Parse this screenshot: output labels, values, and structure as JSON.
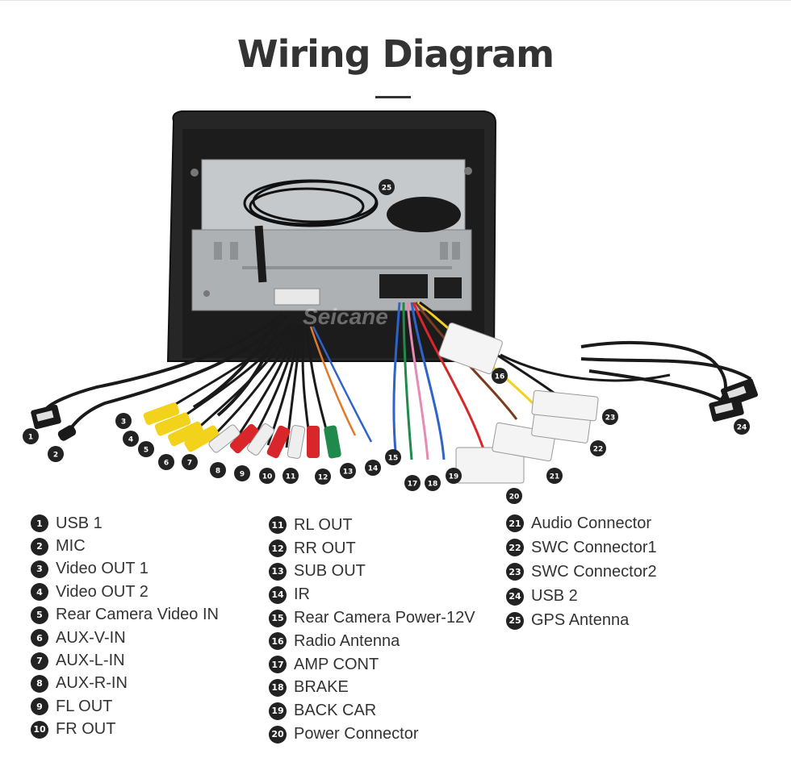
{
  "title": "Wiring Diagram",
  "watermark": "Seicane",
  "callout_numbers": [
    "1",
    "2",
    "3",
    "4",
    "5",
    "6",
    "7",
    "8",
    "9",
    "10",
    "11",
    "12",
    "13",
    "14",
    "15",
    "16",
    "17",
    "18",
    "19",
    "20",
    "21",
    "22",
    "23",
    "24",
    "25"
  ],
  "legend": {
    "col1": [
      {
        "num": "1",
        "label": "USB 1"
      },
      {
        "num": "2",
        "label": "MIC"
      },
      {
        "num": "3",
        "label": "Video OUT 1"
      },
      {
        "num": "4",
        "label": "Video OUT 2"
      },
      {
        "num": "5",
        "label": "Rear Camera Video IN"
      },
      {
        "num": "6",
        "label": "AUX-V-IN"
      },
      {
        "num": "7",
        "label": "AUX-L-IN"
      },
      {
        "num": "8",
        "label": "AUX-R-IN"
      },
      {
        "num": "9",
        "label": "FL OUT"
      },
      {
        "num": "10",
        "label": "FR OUT"
      }
    ],
    "col2": [
      {
        "num": "11",
        "label": "RL OUT"
      },
      {
        "num": "12",
        "label": "RR OUT"
      },
      {
        "num": "13",
        "label": "SUB OUT"
      },
      {
        "num": "14",
        "label": "IR"
      },
      {
        "num": "15",
        "label": "Rear Camera Power-12V"
      },
      {
        "num": "16",
        "label": "Radio Antenna"
      },
      {
        "num": "17",
        "label": "AMP CONT"
      },
      {
        "num": "18",
        "label": "BRAKE"
      },
      {
        "num": "19",
        "label": "BACK CAR"
      },
      {
        "num": "20",
        "label": "Power Connector"
      }
    ],
    "col3": [
      {
        "num": "21",
        "label": "Audio Connector"
      },
      {
        "num": "22",
        "label": "SWC Connector1"
      },
      {
        "num": "23",
        "label": "SWC Connector2"
      },
      {
        "num": "24",
        "label": "USB 2"
      },
      {
        "num": "25",
        "label": "GPS Antenna"
      }
    ]
  },
  "colors": {
    "badge": "#222222",
    "yellow_rca": "#f2d21b",
    "red_rca": "#d8262a",
    "white_rca": "#eeeeee",
    "green_rca": "#1f8a4c",
    "blue_wire": "#2f63c9",
    "head_unit_frame": "#2a2a2a",
    "chassis_metal": "#b9bcbf"
  }
}
